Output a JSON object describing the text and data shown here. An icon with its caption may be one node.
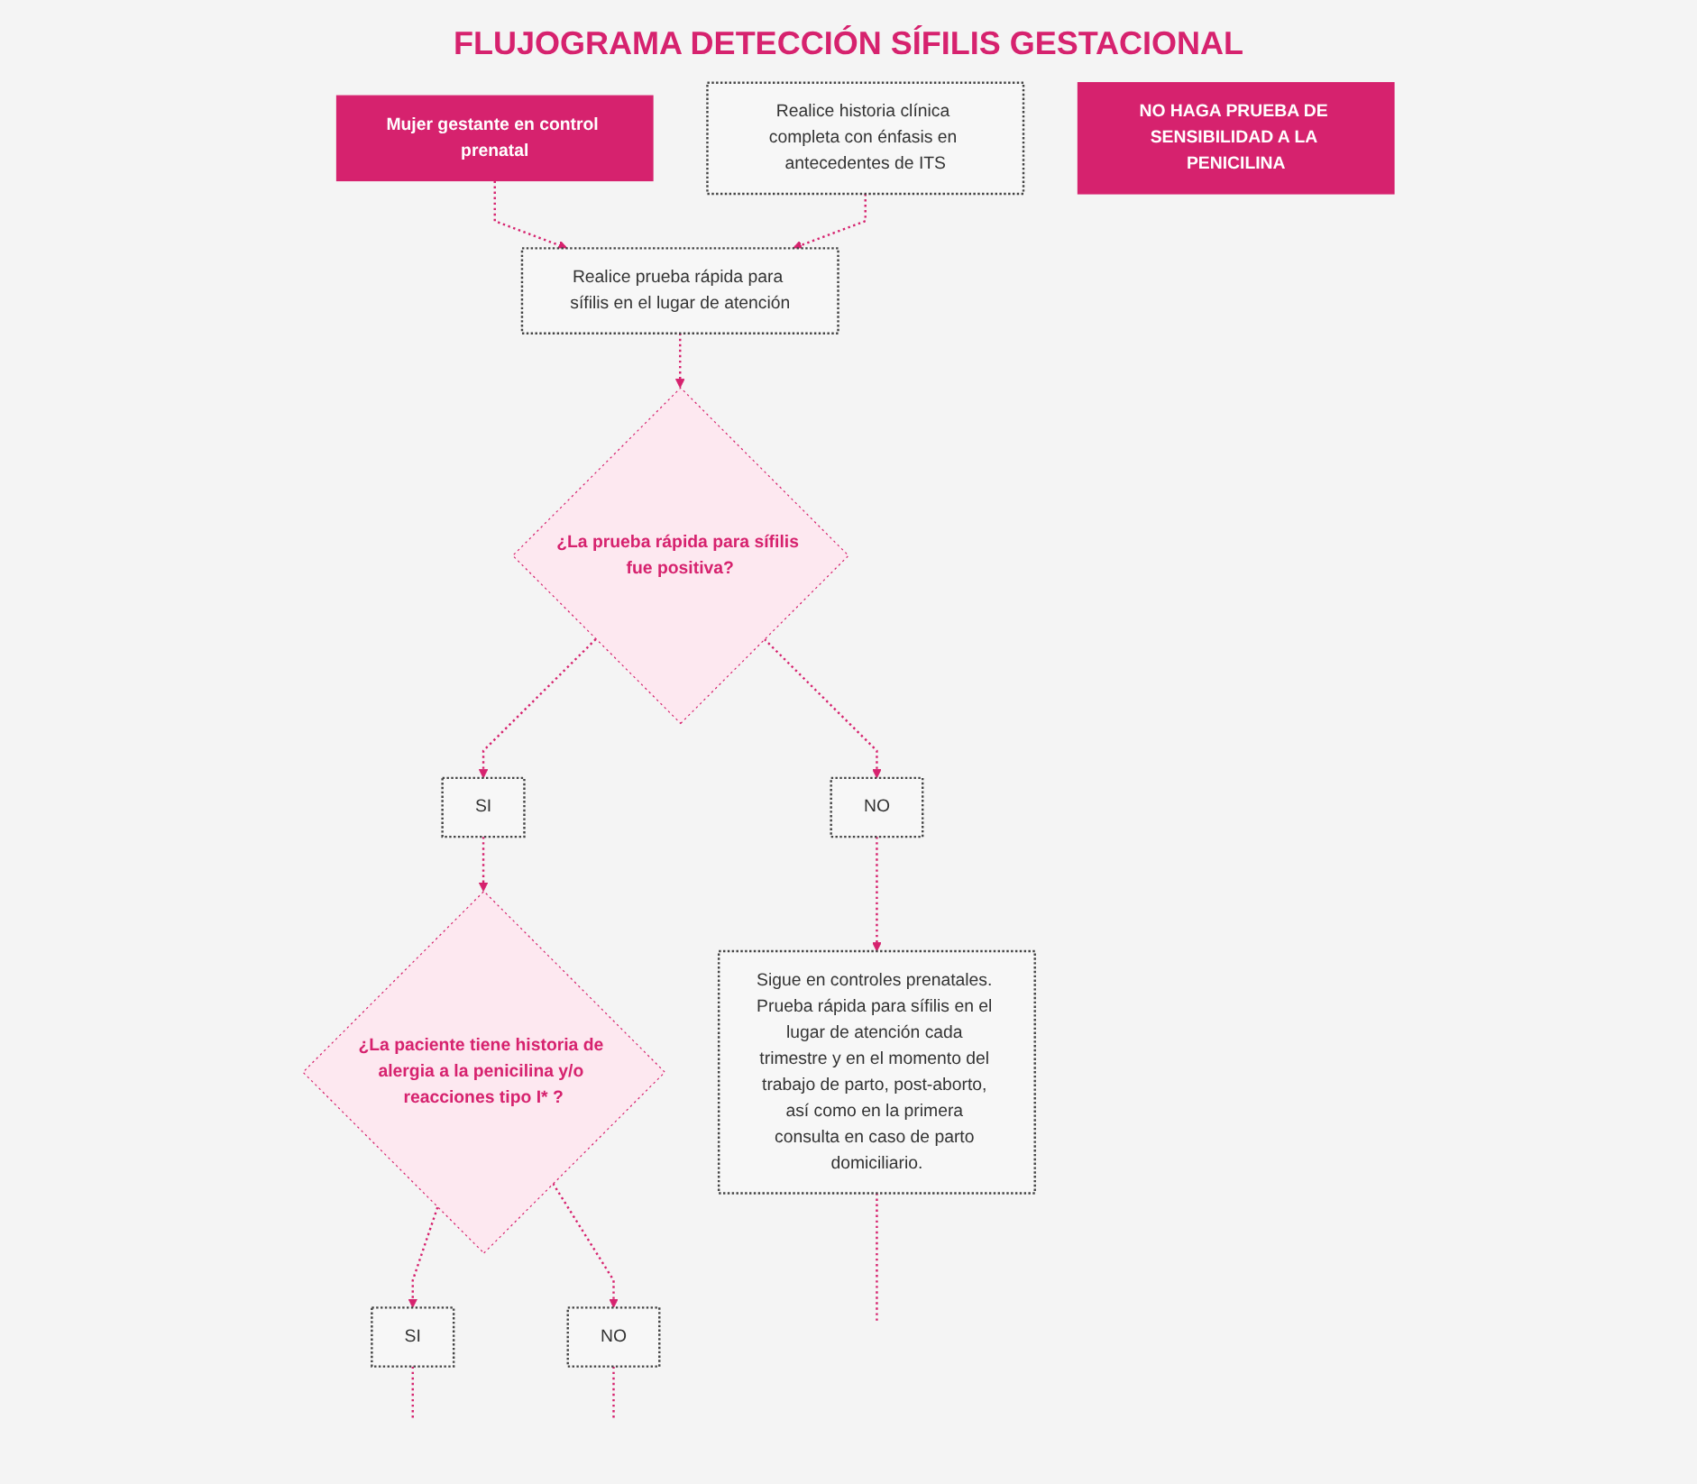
{
  "diagram": {
    "title": "FLUJOGRAMA DETECCIÓN SÍFILIS GESTACIONAL",
    "nodes": [
      {
        "text": [
          "Mujer gestante en control prenatal"
        ]
      },
      {
        "text": [
          "Realice historia clínica completa con énfasis en antecedentes de ITS"
        ]
      },
      {
        "text": [
          "Realice prueba rápida para sífilis en el lugar de atención"
        ]
      },
      {
        "text": [
          "¿La prueba rápida para sífilis fue positiva?"
        ]
      },
      {
        "text": [
          "NO"
        ]
      },
      {
        "text": [
          "SI"
        ]
      },
      {
        "text": [
          "Sigue en controles prenatales. Prueba rápida para sífilis en el lugar de atención cada trimestre y en el momento del trabajo de parto, post-aborto, así como en la primera consulta en caso de parto domiciliario."
        ]
      },
      {
        "text": [
          "¿La paciente tiene historia de alergia a la penicilina y/o reacciones tipo I* ?"
        ]
      },
      {
        "text": [
          "NO HAGA PRUEBA DE SENSIBILIDAD A LA PENICILINA"
        ]
      },
      {
        "text": [
          "SI"
        ]
      },
      {
        "text": [
          "NO"
        ]
      }
    ],
    "edges": [
      {
        "from": 0,
        "to": 2,
        "arrow": "to"
      },
      {
        "from": 1,
        "to": 2,
        "arrow": "to"
      },
      {
        "from": 2,
        "to": 3,
        "arrow": "to"
      },
      {
        "from": 3,
        "to": 4,
        "arrow": "to"
      },
      {
        "from": 3,
        "to": 5,
        "arrow": "to"
      },
      {
        "from": 4,
        "to": 6,
        "arrow": "to"
      },
      {
        "from": 5,
        "to": 7,
        "arrow": "to"
      },
      {
        "from": 7,
        "to": 9,
        "arrow": "to"
      },
      {
        "from": 7,
        "to": 10,
        "arrow": "to"
      },
      {
        "from": 6,
        "to": null,
        "arrow": "none"
      },
      {
        "from": 9,
        "to": null,
        "arrow": "none"
      },
      {
        "from": 10,
        "to": null,
        "arrow": "none"
      }
    ]
  }
}
